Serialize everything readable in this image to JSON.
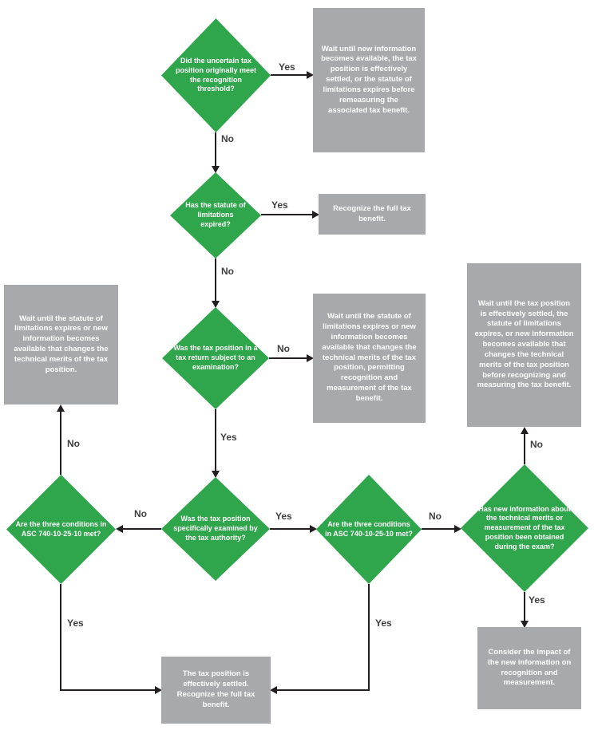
{
  "diagram": {
    "type": "flowchart",
    "colors": {
      "decision_fill": "#2fa64b",
      "result_fill": "#a7a9ac",
      "connector": "#231f20",
      "edge_label_text": "#404042",
      "node_text": "#ffffff"
    },
    "nodes": {
      "q1": {
        "text": "Did the uncertain tax position originally meet the recognition threshold?"
      },
      "r1": {
        "text": "Wait until new information becomes available, the tax position is effectively settled, or the statute of limitations expires before remeasuring the associated tax benefit."
      },
      "q2": {
        "text": "Has the statute of limitations expired?"
      },
      "r2": {
        "text": "Recognize the full tax benefit."
      },
      "q3": {
        "text": "Was the tax position in a tax return subject to an examination?"
      },
      "r3": {
        "text": "Wait until the statute of limitations expires or new information becomes available that changes the technical merits of the tax position, permitting recognition and measurement of the tax benefit."
      },
      "r4": {
        "text": "Wait until the statute of limitations expires or new information becomes available that changes the technical merits of the tax position."
      },
      "q4": {
        "text": "Was the tax position specifically examined by the tax authority?"
      },
      "q5l": {
        "text": "Are the three conditions in ASC 740-10-25-10 met?"
      },
      "q5r": {
        "text": "Are the three conditions in ASC 740-10-25-10 met?"
      },
      "q6": {
        "text": "Has new information about the technical merits or measurement of the tax position been obtained during the exam?"
      },
      "r5": {
        "text": "Wait until the tax position is effectively settled, the statute of limitations expires, or new information becomes available that changes the technical merits of the tax position before recognizing and measuring the tax benefit."
      },
      "r6": {
        "text": "The tax position is effectively settled. Recognize the full tax benefit."
      },
      "r7": {
        "text": "Consider the impact of the new information on recognition and measurement."
      }
    },
    "edges": {
      "q1_yes": "Yes",
      "q1_no": "No",
      "q2_yes": "Yes",
      "q2_no": "No",
      "q3_no": "No",
      "q3_yes": "Yes",
      "q4_no": "No",
      "q4_yes": "Yes",
      "q5l_no": "No",
      "q5l_yes": "Yes",
      "q5r_no": "No",
      "q5r_yes": "Yes",
      "q6_no": "No",
      "q6_yes": "Yes"
    }
  }
}
